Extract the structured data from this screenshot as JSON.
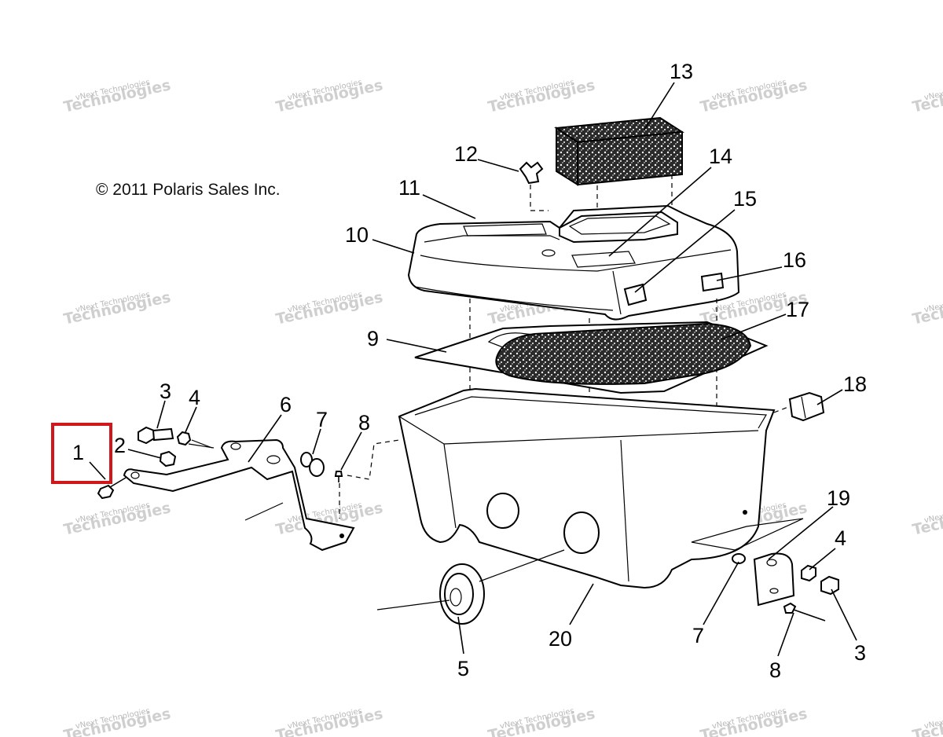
{
  "copyright": "© 2011 Polaris Sales Inc.",
  "watermark": {
    "line1": "vNext Technologies",
    "line2": "Technologies"
  },
  "highlight": {
    "color": "#d0181b",
    "callout": "1"
  },
  "callouts": [
    {
      "id": "c1",
      "label": "1"
    },
    {
      "id": "c2",
      "label": "2"
    },
    {
      "id": "c3a",
      "label": "3"
    },
    {
      "id": "c4a",
      "label": "4"
    },
    {
      "id": "c5",
      "label": "5"
    },
    {
      "id": "c6",
      "label": "6"
    },
    {
      "id": "c7a",
      "label": "7"
    },
    {
      "id": "c8a",
      "label": "8"
    },
    {
      "id": "c9",
      "label": "9"
    },
    {
      "id": "c10",
      "label": "10"
    },
    {
      "id": "c11",
      "label": "11"
    },
    {
      "id": "c12",
      "label": "12"
    },
    {
      "id": "c13",
      "label": "13"
    },
    {
      "id": "c14",
      "label": "14"
    },
    {
      "id": "c15",
      "label": "15"
    },
    {
      "id": "c16",
      "label": "16"
    },
    {
      "id": "c17",
      "label": "17"
    },
    {
      "id": "c18",
      "label": "18"
    },
    {
      "id": "c19",
      "label": "19"
    },
    {
      "id": "c20",
      "label": "20"
    },
    {
      "id": "c7b",
      "label": "7"
    },
    {
      "id": "c8b",
      "label": "8"
    },
    {
      "id": "c4b",
      "label": "4"
    },
    {
      "id": "c3b",
      "label": "3"
    }
  ]
}
